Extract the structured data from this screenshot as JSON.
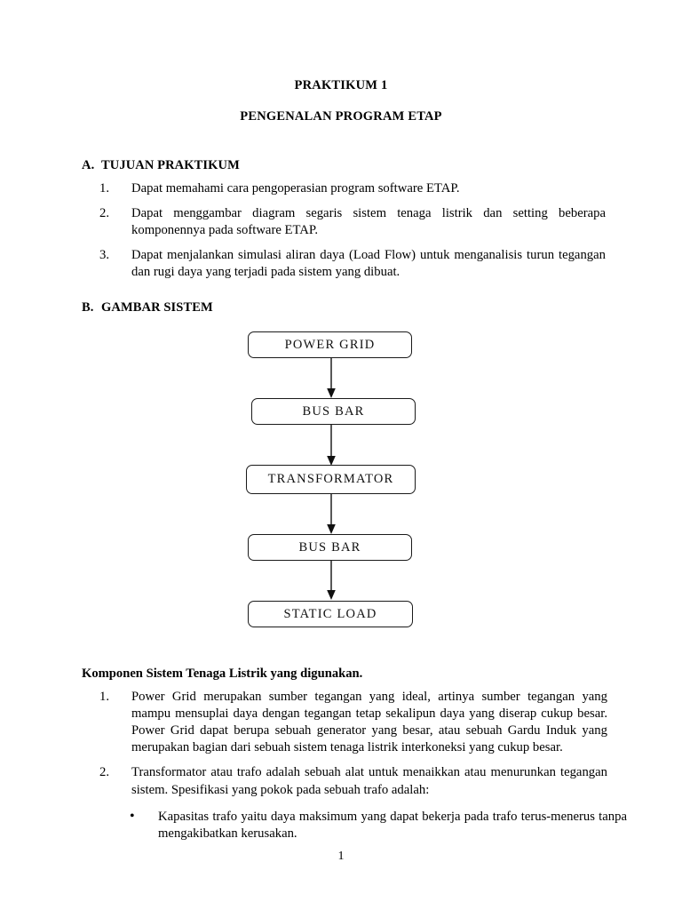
{
  "document": {
    "title_main": "PRAKTIKUM 1",
    "title_sub": "PENGENALAN PROGRAM ETAP",
    "page_number": "1"
  },
  "sections": {
    "a": {
      "letter": "A.",
      "heading": "TUJUAN PRAKTIKUM",
      "items": [
        {
          "marker": "1.",
          "text": "Dapat memahami cara pengoperasian program software ETAP."
        },
        {
          "marker": "2.",
          "text": "Dapat menggambar diagram segaris sistem tenaga listrik dan setting beberapa komponennya pada software ETAP."
        },
        {
          "marker": "3.",
          "text": "Dapat menjalankan simulasi aliran daya (Load Flow) untuk menganalisis turun tegangan dan rugi daya yang terjadi pada sistem yang dibuat."
        }
      ]
    },
    "b": {
      "letter": "B.",
      "heading": "GAMBAR SISTEM",
      "diagram": {
        "type": "flowchart",
        "orientation": "vertical",
        "nodes": [
          {
            "id": "power-grid",
            "label": "POWER GRID"
          },
          {
            "id": "bus-bar-1",
            "label": "BUS BAR"
          },
          {
            "id": "transformator",
            "label": "TRANSFORMATOR"
          },
          {
            "id": "bus-bar-2",
            "label": "BUS BAR"
          },
          {
            "id": "static-load",
            "label": "STATIC LOAD"
          }
        ],
        "edges": [
          {
            "from": "power-grid",
            "to": "bus-bar-1"
          },
          {
            "from": "bus-bar-1",
            "to": "transformator"
          },
          {
            "from": "transformator",
            "to": "bus-bar-2"
          },
          {
            "from": "bus-bar-2",
            "to": "static-load"
          }
        ]
      },
      "components_lead": "Komponen Sistem Tenaga Listrik yang digunakan.",
      "components": [
        {
          "marker": "1.",
          "text": "Power Grid merupakan sumber tegangan yang ideal, artinya sumber tegangan yang mampu mensuplai daya dengan tegangan tetap sekalipun daya yang diserap cukup besar. Power Grid dapat berupa sebuah generator yang besar, atau sebuah Gardu Induk yang merupakan bagian dari sebuah sistem tenaga listrik interkoneksi yang cukup besar."
        },
        {
          "marker": "2.",
          "text": "Transformator atau trafo adalah sebuah alat untuk menaikkan atau menurunkan tegangan sistem. Spesifikasi yang pokok pada sebuah trafo adalah:"
        }
      ],
      "sub_bullets": [
        {
          "marker": "•",
          "text": "Kapasitas trafo yaitu daya maksimum yang dapat bekerja pada trafo terus-menerus tanpa mengakibatkan kerusakan."
        }
      ]
    }
  },
  "colors": {
    "text": "#000000",
    "box_border": "#1a1a1a",
    "background": "#ffffff"
  }
}
